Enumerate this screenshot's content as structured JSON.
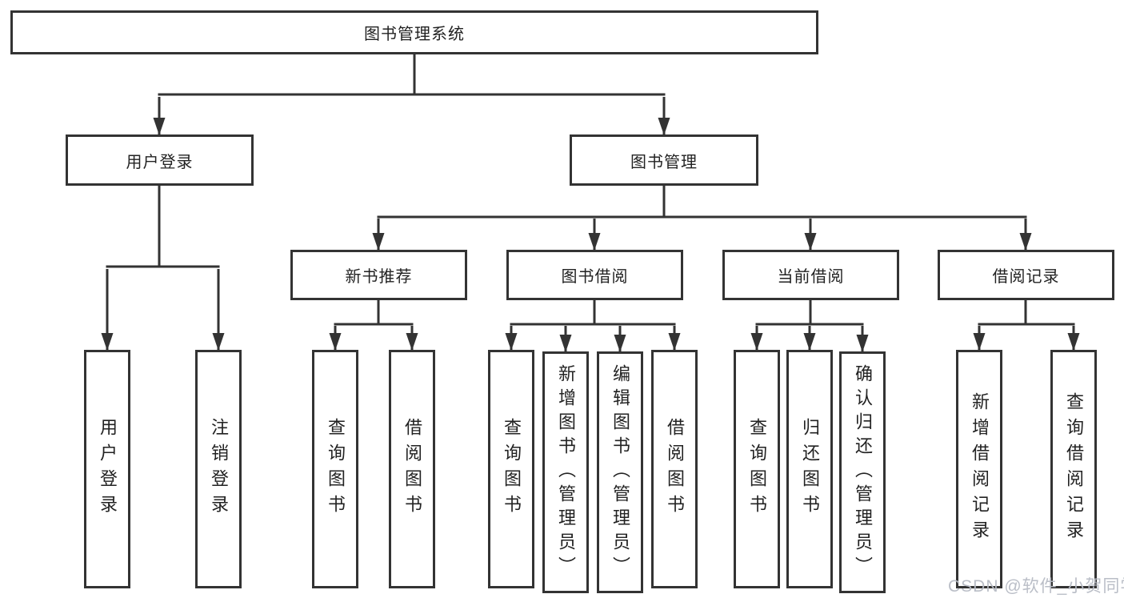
{
  "diagram": {
    "title": "图书管理系统",
    "colors": {
      "line": "#333333",
      "box_border": "#333333",
      "box_background": "#ffffff",
      "text": "#222222",
      "watermark": "#b6bac4"
    },
    "nodes": {
      "root": "图书管理系统",
      "level2": {
        "user_login": "用户登录",
        "book_mgmt": "图书管理"
      },
      "level3": {
        "new_book_rec": "新书推荐",
        "book_borrow": "图书借阅",
        "current_borrow": "当前借阅",
        "borrow_records": "借阅记录"
      },
      "leaves": {
        "user_login": "用户登录",
        "logout": "注销登录",
        "rec_query_books": "查询图书",
        "rec_borrow_books": "借阅图书",
        "bb_query_books": "查询图书",
        "bb_add_books": "新增图书（管理员）",
        "bb_edit_books": "编辑图书（管理员）",
        "bb_borrow_books": "借阅图书",
        "cb_query_books": "查询图书",
        "cb_return_books": "归还图书",
        "cb_confirm_return": "确认归还（管理员）",
        "br_add_record": "新增借阅记录",
        "br_query_record": "查询借阅记录"
      }
    },
    "watermark": "CSDN @软件_小贺同学"
  }
}
